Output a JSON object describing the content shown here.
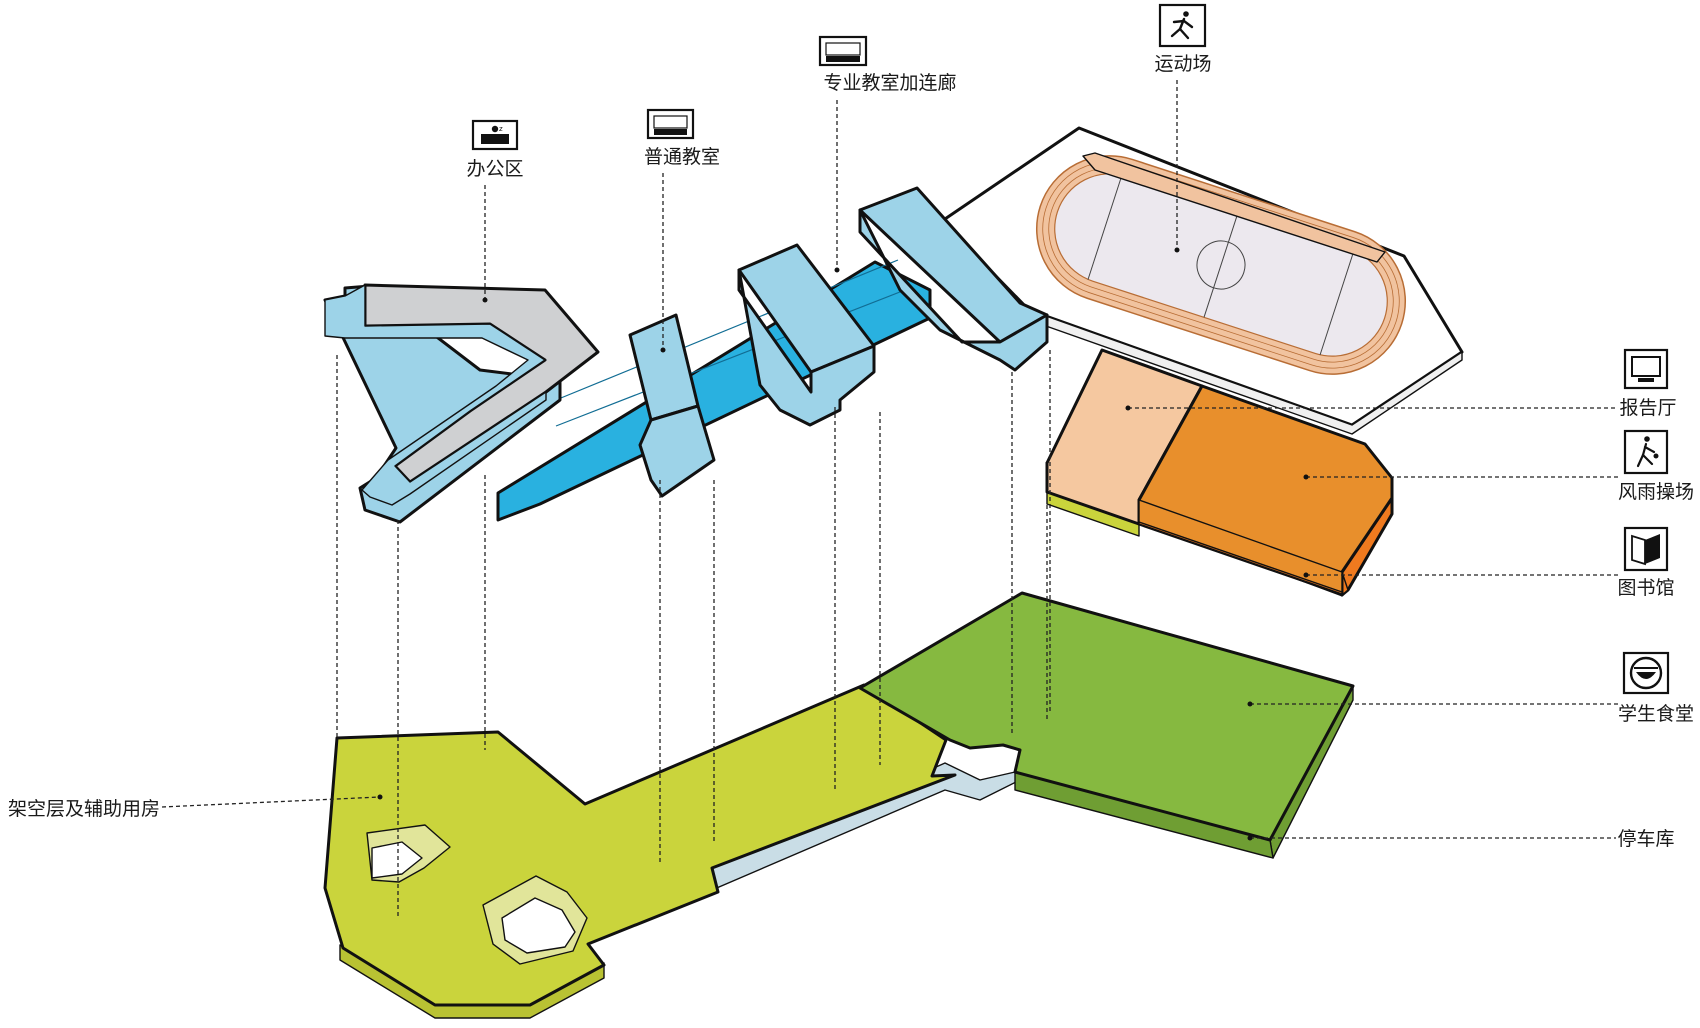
{
  "labels": {
    "office": "办公区",
    "classroom": "普通教室",
    "special_classroom": "专业教室加连廊",
    "sports_field": "运动场",
    "auditorium": "报告厅",
    "rain_playground": "风雨操场",
    "library": "图书馆",
    "canteen": "学生食堂",
    "parking": "停车库",
    "podium": "架空层及辅助用房"
  },
  "icons": {
    "office": "office-desk-icon",
    "classroom": "classroom-icon",
    "special_classroom": "classroom-icon",
    "sports_field": "running-figure-icon",
    "auditorium": "monitor-icon",
    "rain_playground": "basketball-player-icon",
    "library": "book-icon",
    "canteen": "food-bowl-icon"
  },
  "colors": {
    "office_roof": "#cfd0d2",
    "classroom_blue": "#9dd3e8",
    "corridor_blue": "#29b1e0",
    "track": "#f1c39f",
    "field": "#ece8ee",
    "auditorium": "#f5c8a0",
    "rain_playground": "#e88f2c",
    "library": "#ef7a1f",
    "podium_yellow_green": "#cad43c",
    "canteen_green": "#86b940",
    "parking": "#c9dde6"
  }
}
